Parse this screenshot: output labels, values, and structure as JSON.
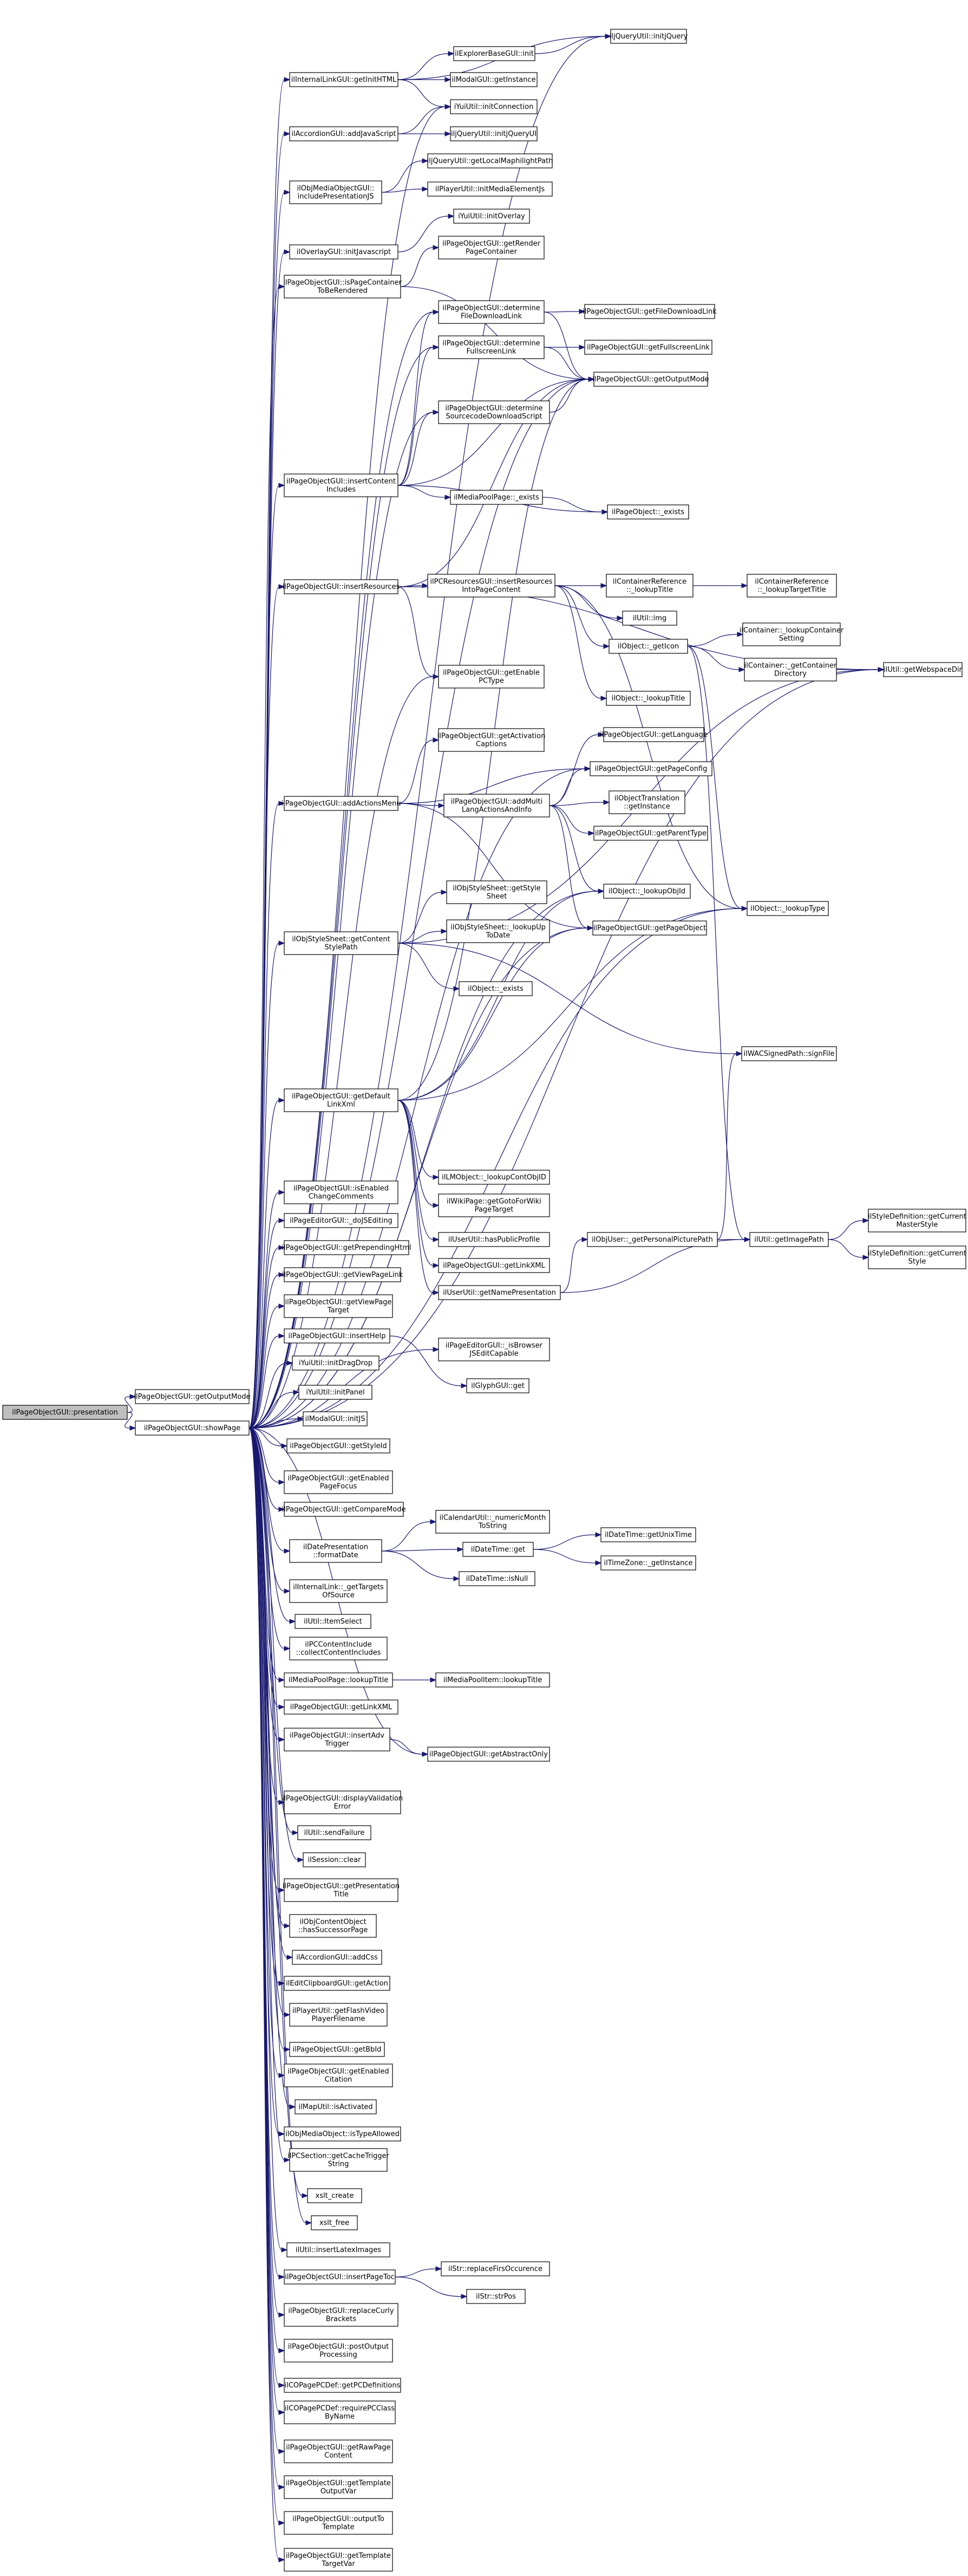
{
  "nodes": [
    {
      "id": "root",
      "lines": [
        "ilPageObjectGUI::presentation"
      ],
      "root": true
    },
    {
      "id": "getOutputMode_c",
      "lines": [
        "ilPageObjectGUI::getOutputMode"
      ]
    },
    {
      "id": "showPage",
      "lines": [
        "ilPageObjectGUI::showPage"
      ]
    },
    {
      "id": "initJQuery",
      "lines": [
        "iljQueryUtil::initjQuery"
      ]
    },
    {
      "id": "ExplorerBaseInit",
      "lines": [
        "ilExplorerBaseGUI::init"
      ]
    },
    {
      "id": "InternalLinkInitHTML",
      "lines": [
        "ilInternalLinkGUI::getInitHTML"
      ]
    },
    {
      "id": "ModalGetInstance",
      "lines": [
        "ilModalGUI::getInstance"
      ]
    },
    {
      "id": "YuiInitConnection",
      "lines": [
        "iYuiUtil::initConnection"
      ]
    },
    {
      "id": "AccordionJS",
      "lines": [
        "ilAccordionGUI::addJavaScript"
      ]
    },
    {
      "id": "initJQueryUI",
      "lines": [
        "iljQueryUtil::initjQueryUI"
      ]
    },
    {
      "id": "LocalMaphilight",
      "lines": [
        "iljQueryUtil::getLocalMaphilightPath"
      ]
    },
    {
      "id": "ObjMediaIncludeJS",
      "lines": [
        "ilObjMediaObjectGUI::",
        "includePresentationJS"
      ]
    },
    {
      "id": "PlayerInitMedia",
      "lines": [
        "ilPlayerUtil::initMediaElementJs"
      ]
    },
    {
      "id": "YuiInitOverlay",
      "lines": [
        "iYuiUtil::initOverlay"
      ]
    },
    {
      "id": "OverlayInitJS",
      "lines": [
        "ilOverlayGUI::initJavascript"
      ]
    },
    {
      "id": "GetRenderPC",
      "lines": [
        "ilPageObjectGUI::getRender",
        "PageContainer"
      ]
    },
    {
      "id": "IsPCToBeRendered",
      "lines": [
        "ilPageObjectGUI::isPageContainer",
        "ToBeRendered"
      ]
    },
    {
      "id": "DetFileDownloadLink",
      "lines": [
        "ilPageObjectGUI::determine",
        "FileDownloadLink"
      ]
    },
    {
      "id": "GetFileDownloadLink",
      "lines": [
        "ilPageObjectGUI::getFileDownloadLink"
      ]
    },
    {
      "id": "DetFullscreenLink",
      "lines": [
        "ilPageObjectGUI::determine",
        "FullscreenLink"
      ]
    },
    {
      "id": "GetFullscreenLink",
      "lines": [
        "ilPageObjectGUI::getFullscreenLink"
      ]
    },
    {
      "id": "GetOutputMode",
      "lines": [
        "ilPageObjectGUI::getOutputMode"
      ]
    },
    {
      "id": "DetSourcecodeDS",
      "lines": [
        "ilPageObjectGUI::determine",
        "SourcecodeDownloadScript"
      ]
    },
    {
      "id": "InsertContentIncludes",
      "lines": [
        "ilPageObjectGUI::insertContent",
        "Includes"
      ]
    },
    {
      "id": "MediaPoolExists",
      "lines": [
        "ilMediaPoolPage::_exists"
      ]
    },
    {
      "id": "PageObjectExists",
      "lines": [
        "ilPageObject::_exists"
      ]
    },
    {
      "id": "InsertResources",
      "lines": [
        "ilPageObjectGUI::insertResources"
      ]
    },
    {
      "id": "PCResourcesInsert",
      "lines": [
        "ilPCResourcesGUI::insertResources",
        "IntoPageContent"
      ]
    },
    {
      "id": "ContainerRefLookupTitle",
      "lines": [
        "ilContainerReference",
        "::_lookupTitle"
      ]
    },
    {
      "id": "ContainerRefLookupTargetTitle",
      "lines": [
        "ilContainerReference",
        "::_lookupTargetTitle"
      ]
    },
    {
      "id": "UtilImg",
      "lines": [
        "ilUtil::img"
      ]
    },
    {
      "id": "ObjectGetIcon",
      "lines": [
        "ilObject::_getIcon"
      ]
    },
    {
      "id": "ContainerLookupSetting",
      "lines": [
        "ilContainer::_lookupContainer",
        "Setting"
      ]
    },
    {
      "id": "ContainerGetDir",
      "lines": [
        "ilContainer::_getContainer",
        "Directory"
      ]
    },
    {
      "id": "UtilGetWebspaceDir",
      "lines": [
        "ilUtil::getWebspaceDir"
      ]
    },
    {
      "id": "ObjectLookupTitle",
      "lines": [
        "ilObject::_lookupTitle"
      ]
    },
    {
      "id": "GetEnablePCType",
      "lines": [
        "ilPageObjectGUI::getEnable",
        "PCType"
      ]
    },
    {
      "id": "GetLanguage",
      "lines": [
        "ilPageObjectGUI::getLanguage"
      ]
    },
    {
      "id": "GetActivationCaptions",
      "lines": [
        "ilPageObjectGUI::getActivation",
        "Captions"
      ]
    },
    {
      "id": "GetPageConfig",
      "lines": [
        "ilPageObjectGUI::getPageConfig"
      ]
    },
    {
      "id": "AddActionsMenu",
      "lines": [
        "ilPageObjectGUI::addActionsMenu"
      ]
    },
    {
      "id": "AddMultiLang",
      "lines": [
        "ilPageObjectGUI::addMulti",
        "LangActionsAndInfo"
      ]
    },
    {
      "id": "TranslationGetInstance",
      "lines": [
        "ilObjectTranslation",
        "::getInstance"
      ]
    },
    {
      "id": "GetParentType",
      "lines": [
        "ilPageObjectGUI::getParentType"
      ]
    },
    {
      "id": "LookupObjId",
      "lines": [
        "ilObject::_lookupObjId"
      ]
    },
    {
      "id": "StyleSheetGetStyleSheet",
      "lines": [
        "ilObjStyleSheet::getStyle",
        "Sheet"
      ]
    },
    {
      "id": "StyleSheetContentPath",
      "lines": [
        "ilObjStyleSheet::getContent",
        "StylePath"
      ]
    },
    {
      "id": "StyleSheetLookupUpToDate",
      "lines": [
        "ilObjStyleSheet::_lookupUp",
        "ToDate"
      ]
    },
    {
      "id": "GetPageObject",
      "lines": [
        "ilPageObjectGUI::getPageObject"
      ]
    },
    {
      "id": "ObjectLookupType",
      "lines": [
        "ilObject::_lookupType"
      ]
    },
    {
      "id": "ObjectExists",
      "lines": [
        "ilObject::_exists"
      ]
    },
    {
      "id": "WACSignedPath",
      "lines": [
        "ilWACSignedPath::signFile"
      ]
    },
    {
      "id": "GetDefaultLinkXml",
      "lines": [
        "ilPageObjectGUI::getDefault",
        "LinkXml"
      ]
    },
    {
      "id": "LMLookupContObjId",
      "lines": [
        "ilLMObject::_lookupContObjID"
      ]
    },
    {
      "id": "WikiGetGotoForWiki",
      "lines": [
        "ilWikiPage::getGotoForWiki",
        "PageTarget"
      ]
    },
    {
      "id": "UserHasPublicProfile",
      "lines": [
        "ilUserUtil::hasPublicProfile"
      ]
    },
    {
      "id": "GetLinkXML",
      "lines": [
        "ilPageObjectGUI::getLinkXML"
      ]
    },
    {
      "id": "UserGetNamePresentation",
      "lines": [
        "ilUserUtil::getNamePresentation"
      ]
    },
    {
      "id": "IsEnabledChangeComments",
      "lines": [
        "ilPageObjectGUI::isEnabled",
        "ChangeComments"
      ]
    },
    {
      "id": "PageEditorIsEditing",
      "lines": [
        "ilPageEditorGUI::_doJSEditing"
      ]
    },
    {
      "id": "GetPrependingHtml",
      "lines": [
        "ilPageObjectGUI::getPrependingHtml"
      ]
    },
    {
      "id": "GetViewPageLink",
      "lines": [
        "ilPageObjectGUI::getViewPageLink"
      ]
    },
    {
      "id": "GetViewPageTarget",
      "lines": [
        "ilPageObjectGUI::getViewPage",
        "Target"
      ]
    },
    {
      "id": "InsertHelp",
      "lines": [
        "ilPageObjectGUI::insertHelp"
      ]
    },
    {
      "id": "PageEditorIsBrowser",
      "lines": [
        "ilPageEditorGUI::_isBrowser",
        "JSEditCapable"
      ]
    },
    {
      "id": "GlyphGet",
      "lines": [
        "ilGlyphGUI::get"
      ]
    },
    {
      "id": "YuiInitDragDrop",
      "lines": [
        "iYuiUtil::initDragDrop"
      ]
    },
    {
      "id": "YuiInitPanel",
      "lines": [
        "iYuiUtil::initPanel"
      ]
    },
    {
      "id": "ModalInitJS",
      "lines": [
        "ilModalGUI::initJS"
      ]
    },
    {
      "id": "GetStyleId",
      "lines": [
        "ilPageObjectGUI::getStyleId"
      ]
    },
    {
      "id": "GetEnabledPageFocus",
      "lines": [
        "ilPageObjectGUI::getEnabled",
        "PageFocus"
      ]
    },
    {
      "id": "GetCompareMode",
      "lines": [
        "ilPageObjectGUI::getCompareMode"
      ]
    },
    {
      "id": "CalendarNumericMonth",
      "lines": [
        "ilCalendarUtil::_numericMonth",
        "ToString"
      ]
    },
    {
      "id": "DatePresFormatDate",
      "lines": [
        "ilDatePresentation",
        "::formatDate"
      ]
    },
    {
      "id": "DateTimeGet",
      "lines": [
        "ilDateTime::get"
      ]
    },
    {
      "id": "DateTimeGetUnixTime",
      "lines": [
        "ilDateTime::getUnixTime"
      ]
    },
    {
      "id": "TimeZoneGetInstance",
      "lines": [
        "ilTimeZone::_getInstance"
      ]
    },
    {
      "id": "DateTimeIsNull",
      "lines": [
        "ilDateTime::isNull"
      ]
    },
    {
      "id": "ObjUserPersonalPicture",
      "lines": [
        "ilObjUser::_getPersonalPicturePath"
      ]
    },
    {
      "id": "UtilGetImagePath",
      "lines": [
        "ilUtil::getImagePath"
      ]
    },
    {
      "id": "StyleDefGetCurrentMaster",
      "lines": [
        "ilStyleDefinition::getCurrent",
        "MasterStyle"
      ]
    },
    {
      "id": "StyleDefGetCurrentStyle",
      "lines": [
        "ilStyleDefinition::getCurrent",
        "Style"
      ]
    },
    {
      "id": "InternalLinkGetTargets",
      "lines": [
        "ilInternalLink::_getTargets",
        "OfSource"
      ]
    },
    {
      "id": "UtilItemSelect",
      "lines": [
        "ilUtil::ItemSelect"
      ]
    },
    {
      "id": "PCContentInclude",
      "lines": [
        "ilPCContentInclude",
        "::collectContentIncludes"
      ]
    },
    {
      "id": "MediaPoolLookupTitle",
      "lines": [
        "ilMediaPoolPage::lookupTitle"
      ]
    },
    {
      "id": "MediaPoolItemLookupTitle",
      "lines": [
        "ilMediaPoolItem::lookupTitle"
      ]
    },
    {
      "id": "GetLinkXMLB",
      "lines": [
        "ilPageObjectGUI::getLinkXML"
      ]
    },
    {
      "id": "InsertAdvTrigger",
      "lines": [
        "ilPageObjectGUI::insertAdv",
        "Trigger"
      ]
    },
    {
      "id": "GetAbstractOnly",
      "lines": [
        "ilPageObjectGUI::getAbstractOnly"
      ]
    },
    {
      "id": "DisplayValidationError",
      "lines": [
        "ilPageObjectGUI::displayValidation",
        "Error"
      ]
    },
    {
      "id": "UtilSendFailure",
      "lines": [
        "ilUtil::sendFailure"
      ]
    },
    {
      "id": "SessionClear",
      "lines": [
        "ilSession::clear"
      ]
    },
    {
      "id": "GetPresentationTitle",
      "lines": [
        "ilPageObjectGUI::getPresentation",
        "Title"
      ]
    },
    {
      "id": "ObjContentHasSuccessor",
      "lines": [
        "ilObjContentObject",
        "::hasSuccessorPage"
      ]
    },
    {
      "id": "AccordionAddCss",
      "lines": [
        "ilAccordionGUI::addCss"
      ]
    },
    {
      "id": "EditClipboardGetAction",
      "lines": [
        "ilEditClipboardGUI::getAction"
      ]
    },
    {
      "id": "PlayerGetFlashVideo",
      "lines": [
        "ilPlayerUtil::getFlashVideo",
        "PlayerFilename"
      ]
    },
    {
      "id": "GetBbbId",
      "lines": [
        "ilPageObjectGUI::getBbId"
      ]
    },
    {
      "id": "GetEnabledCitation",
      "lines": [
        "ilPageObjectGUI::getEnabled",
        "Citation"
      ]
    },
    {
      "id": "MapIsActivated",
      "lines": [
        "ilMapUtil::isActivated"
      ]
    },
    {
      "id": "ObjMediaIsTypeAllowed",
      "lines": [
        "ilObjMediaObject::isTypeAllowed"
      ]
    },
    {
      "id": "PCSectionCacheTrigger",
      "lines": [
        "ilPCSection::getCacheTrigger",
        "String"
      ]
    },
    {
      "id": "XsltCreate",
      "lines": [
        "xslt_create"
      ]
    },
    {
      "id": "XsltFree",
      "lines": [
        "xslt_free"
      ]
    },
    {
      "id": "UtilInsertLatexImages",
      "lines": [
        "ilUtil::insertLatexImages"
      ]
    },
    {
      "id": "InsertPageToc",
      "lines": [
        "ilPageObjectGUI::insertPageToc"
      ]
    },
    {
      "id": "StrReplaceFirst",
      "lines": [
        "ilStr::replaceFirsOccurence"
      ]
    },
    {
      "id": "StrStrPos",
      "lines": [
        "ilStr::strPos"
      ]
    },
    {
      "id": "ReplaceCurlyBrackets",
      "lines": [
        "ilPageObjectGUI::replaceCurly",
        "Brackets"
      ]
    },
    {
      "id": "PostOutputProcessing",
      "lines": [
        "ilPageObjectGUI::postOutput",
        "Processing"
      ]
    },
    {
      "id": "COPagePCDefGetDefinitions",
      "lines": [
        "ilCOPagePCDef::getPCDefinitions"
      ]
    },
    {
      "id": "COPagePCDefRequire",
      "lines": [
        "ilCOPagePCDef::requirePCClass",
        "ByName"
      ]
    },
    {
      "id": "GetRawPageContent",
      "lines": [
        "ilPageObjectGUI::getRawPage",
        "Content"
      ]
    },
    {
      "id": "GetTemplateOutputVar",
      "lines": [
        "ilPageObjectGUI::getTemplate",
        "OutputVar"
      ]
    },
    {
      "id": "OutputToTemplate",
      "lines": [
        "ilPageObjectGUI::outputTo",
        "Template"
      ]
    },
    {
      "id": "GetTemplateTargetVar",
      "lines": [
        "ilPageObjectGUI::getTemplate",
        "TargetVar"
      ]
    }
  ]
}
